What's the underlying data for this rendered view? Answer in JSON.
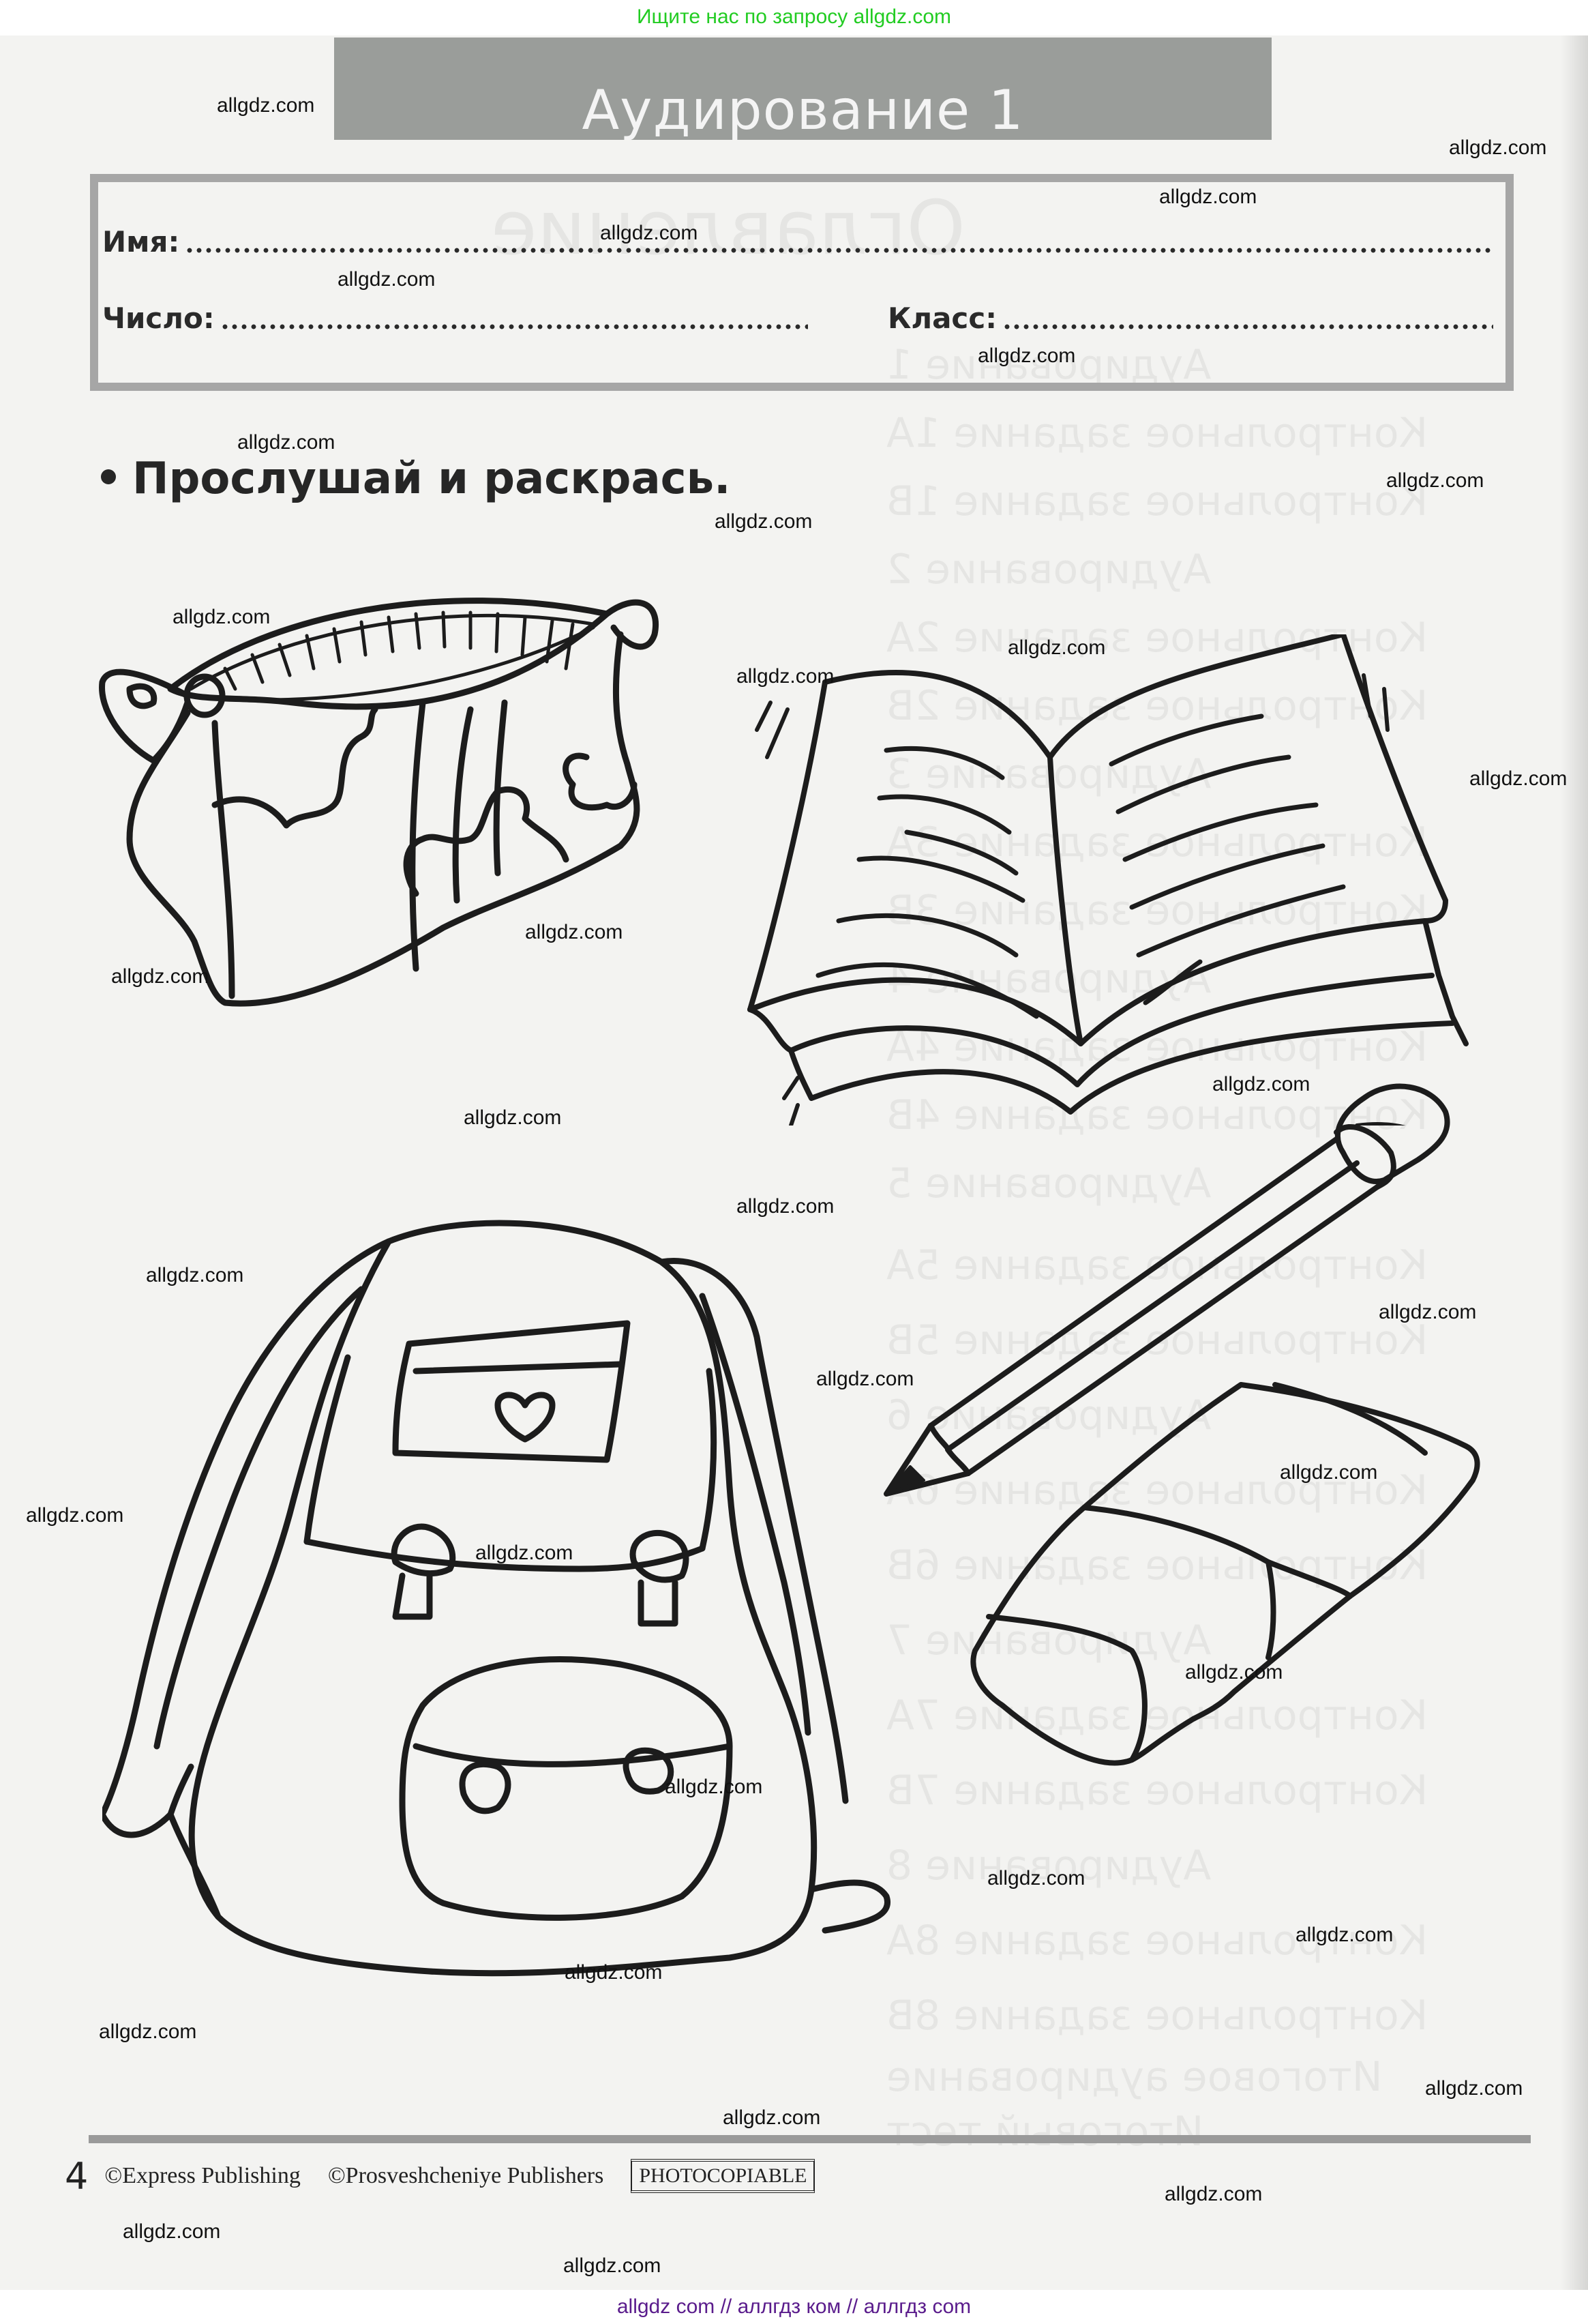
{
  "site_banner": {
    "top": "Ищите нас по запросу allgdz.com",
    "bottom": "allgdz com  //  аллгдз ком  //  аллгдз com"
  },
  "header": {
    "title": "Аудирование 1",
    "band_color": "#9a9d9a"
  },
  "form": {
    "name_label": "Имя:",
    "date_label": "Число:",
    "class_label": "Класс:",
    "name_value": "",
    "date_value": "",
    "class_value": ""
  },
  "instruction": {
    "text": "Прослушай и раскрась."
  },
  "illustrations": [
    {
      "id": "bag",
      "label": "bag"
    },
    {
      "id": "book",
      "label": "book"
    },
    {
      "id": "schoolbag",
      "label": "schoolbag"
    },
    {
      "id": "pencil",
      "label": "pencil"
    },
    {
      "id": "rubber",
      "label": "rubber"
    }
  ],
  "footer": {
    "page_number": "4",
    "copyright_1": "©Express Publishing",
    "copyright_2": "©Prosveshcheniye Publishers",
    "stamp": "PHOTOCOPIABLE"
  },
  "watermark": {
    "text": "allgdz.com"
  },
  "bleed_through": [
    "Оглавление",
    "Аудирование 1",
    "Контрольное задание 1А",
    "Контрольное задание 1В",
    "Аудирование 2",
    "Контрольное задание 2А",
    "Контрольное задание 2В",
    "Аудирование 3",
    "Контрольное задание 3А",
    "Контрольное задание 3В",
    "Аудирование 4",
    "Контрольное задание 4А",
    "Контрольное задание 4В",
    "Аудирование 5",
    "Контрольное задание 5А",
    "Контрольное задание 5В",
    "Аудирование 6",
    "Контрольное задание 6А",
    "Контрольное задание 6В",
    "Аудирование 7",
    "Контрольное задание 7А",
    "Контрольное задание 7В",
    "Аудирование 8",
    "Контрольное задание 8А",
    "Контрольное задание 8В",
    "Итоговое аудирование",
    "Итоговый тест"
  ]
}
